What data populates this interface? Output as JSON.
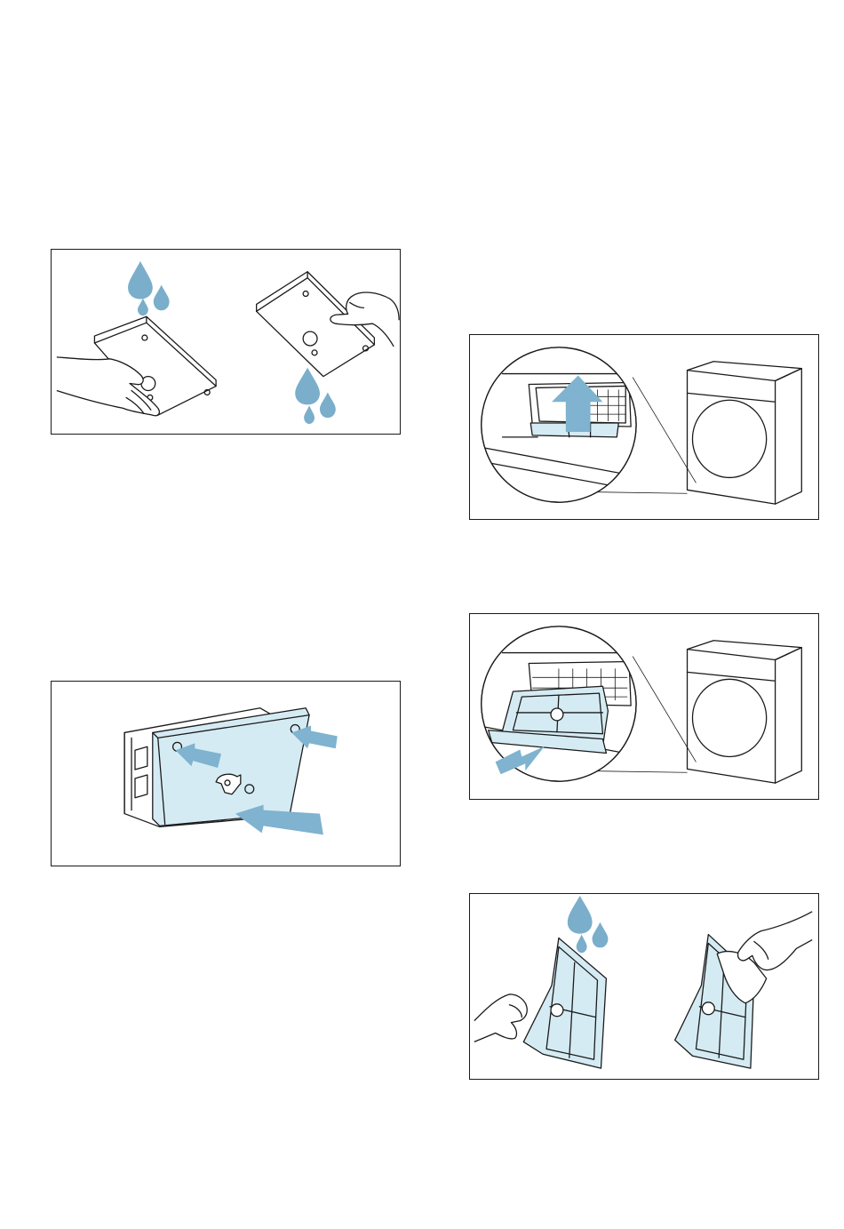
{
  "page": {
    "background": "#ffffff"
  },
  "colors": {
    "accent_fill": "#d5ebf3",
    "accent_arrow": "#7fb3cf",
    "drop": "#7aaecb",
    "line": "#1a1a1a"
  },
  "illustrations": [
    {
      "id": "rinse-filter-tray-under-water",
      "icons": [
        "water-drop-icon",
        "hand-icon"
      ]
    },
    {
      "id": "reinsert-filter-into-holder",
      "icons": [
        "push-arrow-icon"
      ]
    },
    {
      "id": "lift-filter-flap-in-dryer-base",
      "icons": [
        "up-arrow-icon",
        "dryer-icon"
      ]
    },
    {
      "id": "pull-out-fluff-filter",
      "icons": [
        "pull-arrow-icon",
        "dryer-icon"
      ]
    },
    {
      "id": "rinse-and-wipe-fluff-filter",
      "icons": [
        "water-drop-icon",
        "hand-icon"
      ]
    }
  ]
}
